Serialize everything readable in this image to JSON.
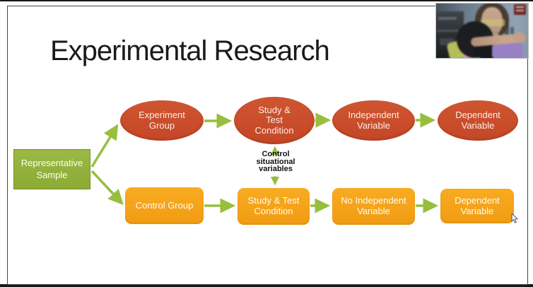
{
  "slide": {
    "title": "Experimental Research"
  },
  "diagram": {
    "sample": {
      "label": "Representative\nSample",
      "color": "#92B23B"
    },
    "experiment_row": {
      "node_color": "#C94E2B",
      "nodes": [
        {
          "label": "Experiment\nGroup"
        },
        {
          "label": "Study &\nTest\nCondition"
        },
        {
          "label": "Independent\nVariable"
        },
        {
          "label": "Dependent\nVariable"
        }
      ]
    },
    "control_row": {
      "node_color": "#F6A21D",
      "nodes": [
        {
          "label": "Control Group"
        },
        {
          "label": "Study & Test\nCondition"
        },
        {
          "label": "No Independent\nVariable"
        },
        {
          "label": "Dependent\nVariable"
        }
      ]
    },
    "annotation": {
      "label": "Control\nsituational\nvariables"
    },
    "arrow_color": "#97BE3D"
  }
}
